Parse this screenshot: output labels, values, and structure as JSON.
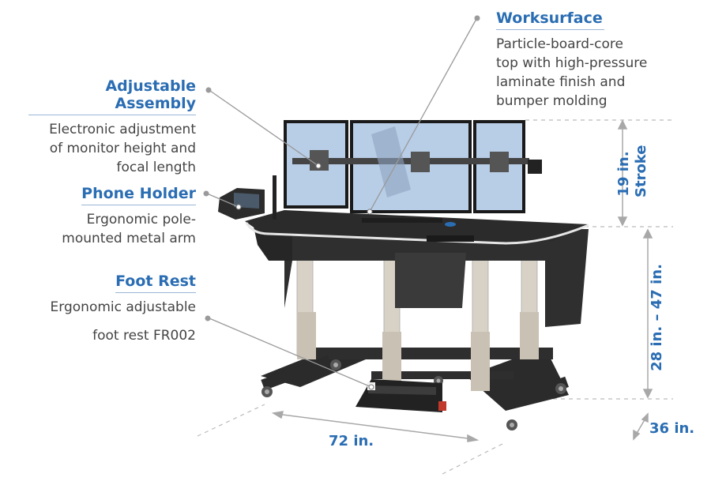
{
  "callouts": {
    "assembly": {
      "title": "Adjustable Assembly",
      "desc_lines": [
        "Electronic adjustment",
        "of monitor height and",
        "focal length"
      ]
    },
    "phone": {
      "title": "Phone Holder",
      "desc_lines": [
        "Ergonomic pole-",
        "mounted metal arm"
      ]
    },
    "footrest": {
      "title": "Foot Rest",
      "desc_lines": [
        "Ergonomic adjustable",
        "foot rest FR002"
      ]
    },
    "worksurface": {
      "title": "Worksurface",
      "desc_lines": [
        "Particle-board-core",
        "top with high-pressure",
        "laminate finish and",
        "bumper molding"
      ]
    }
  },
  "dimensions": {
    "width": "72 in.",
    "depth": "36 in.",
    "stroke": "19 in. Stroke",
    "height": "28 in. – 47 in."
  },
  "colors": {
    "accent": "#2a6db3",
    "text": "#444444",
    "leader": "#9a9a9a",
    "desk": "#2b2b2b",
    "leg": "#d8d2c6",
    "screen": "#b8cde6"
  }
}
